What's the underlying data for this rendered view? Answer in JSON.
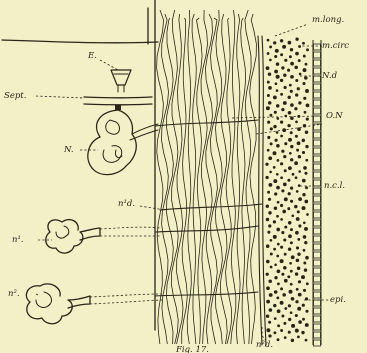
{
  "labels": {
    "m_long": "m.long.",
    "m_circ": "m.circ",
    "n_d_right": "N.d",
    "o_n": "O.N",
    "n_c_l": "n.c.l.",
    "epi": "epi.",
    "e": "E.",
    "sept": "Sept.",
    "n": "N.",
    "n1_d": "n¹d.",
    "n1": "n¹.",
    "n2": "n².",
    "n2_d": "n²d.",
    "caption": "Fig. 17."
  },
  "colors": {
    "background": "#f3efc6",
    "ink": "#2a2418"
  }
}
